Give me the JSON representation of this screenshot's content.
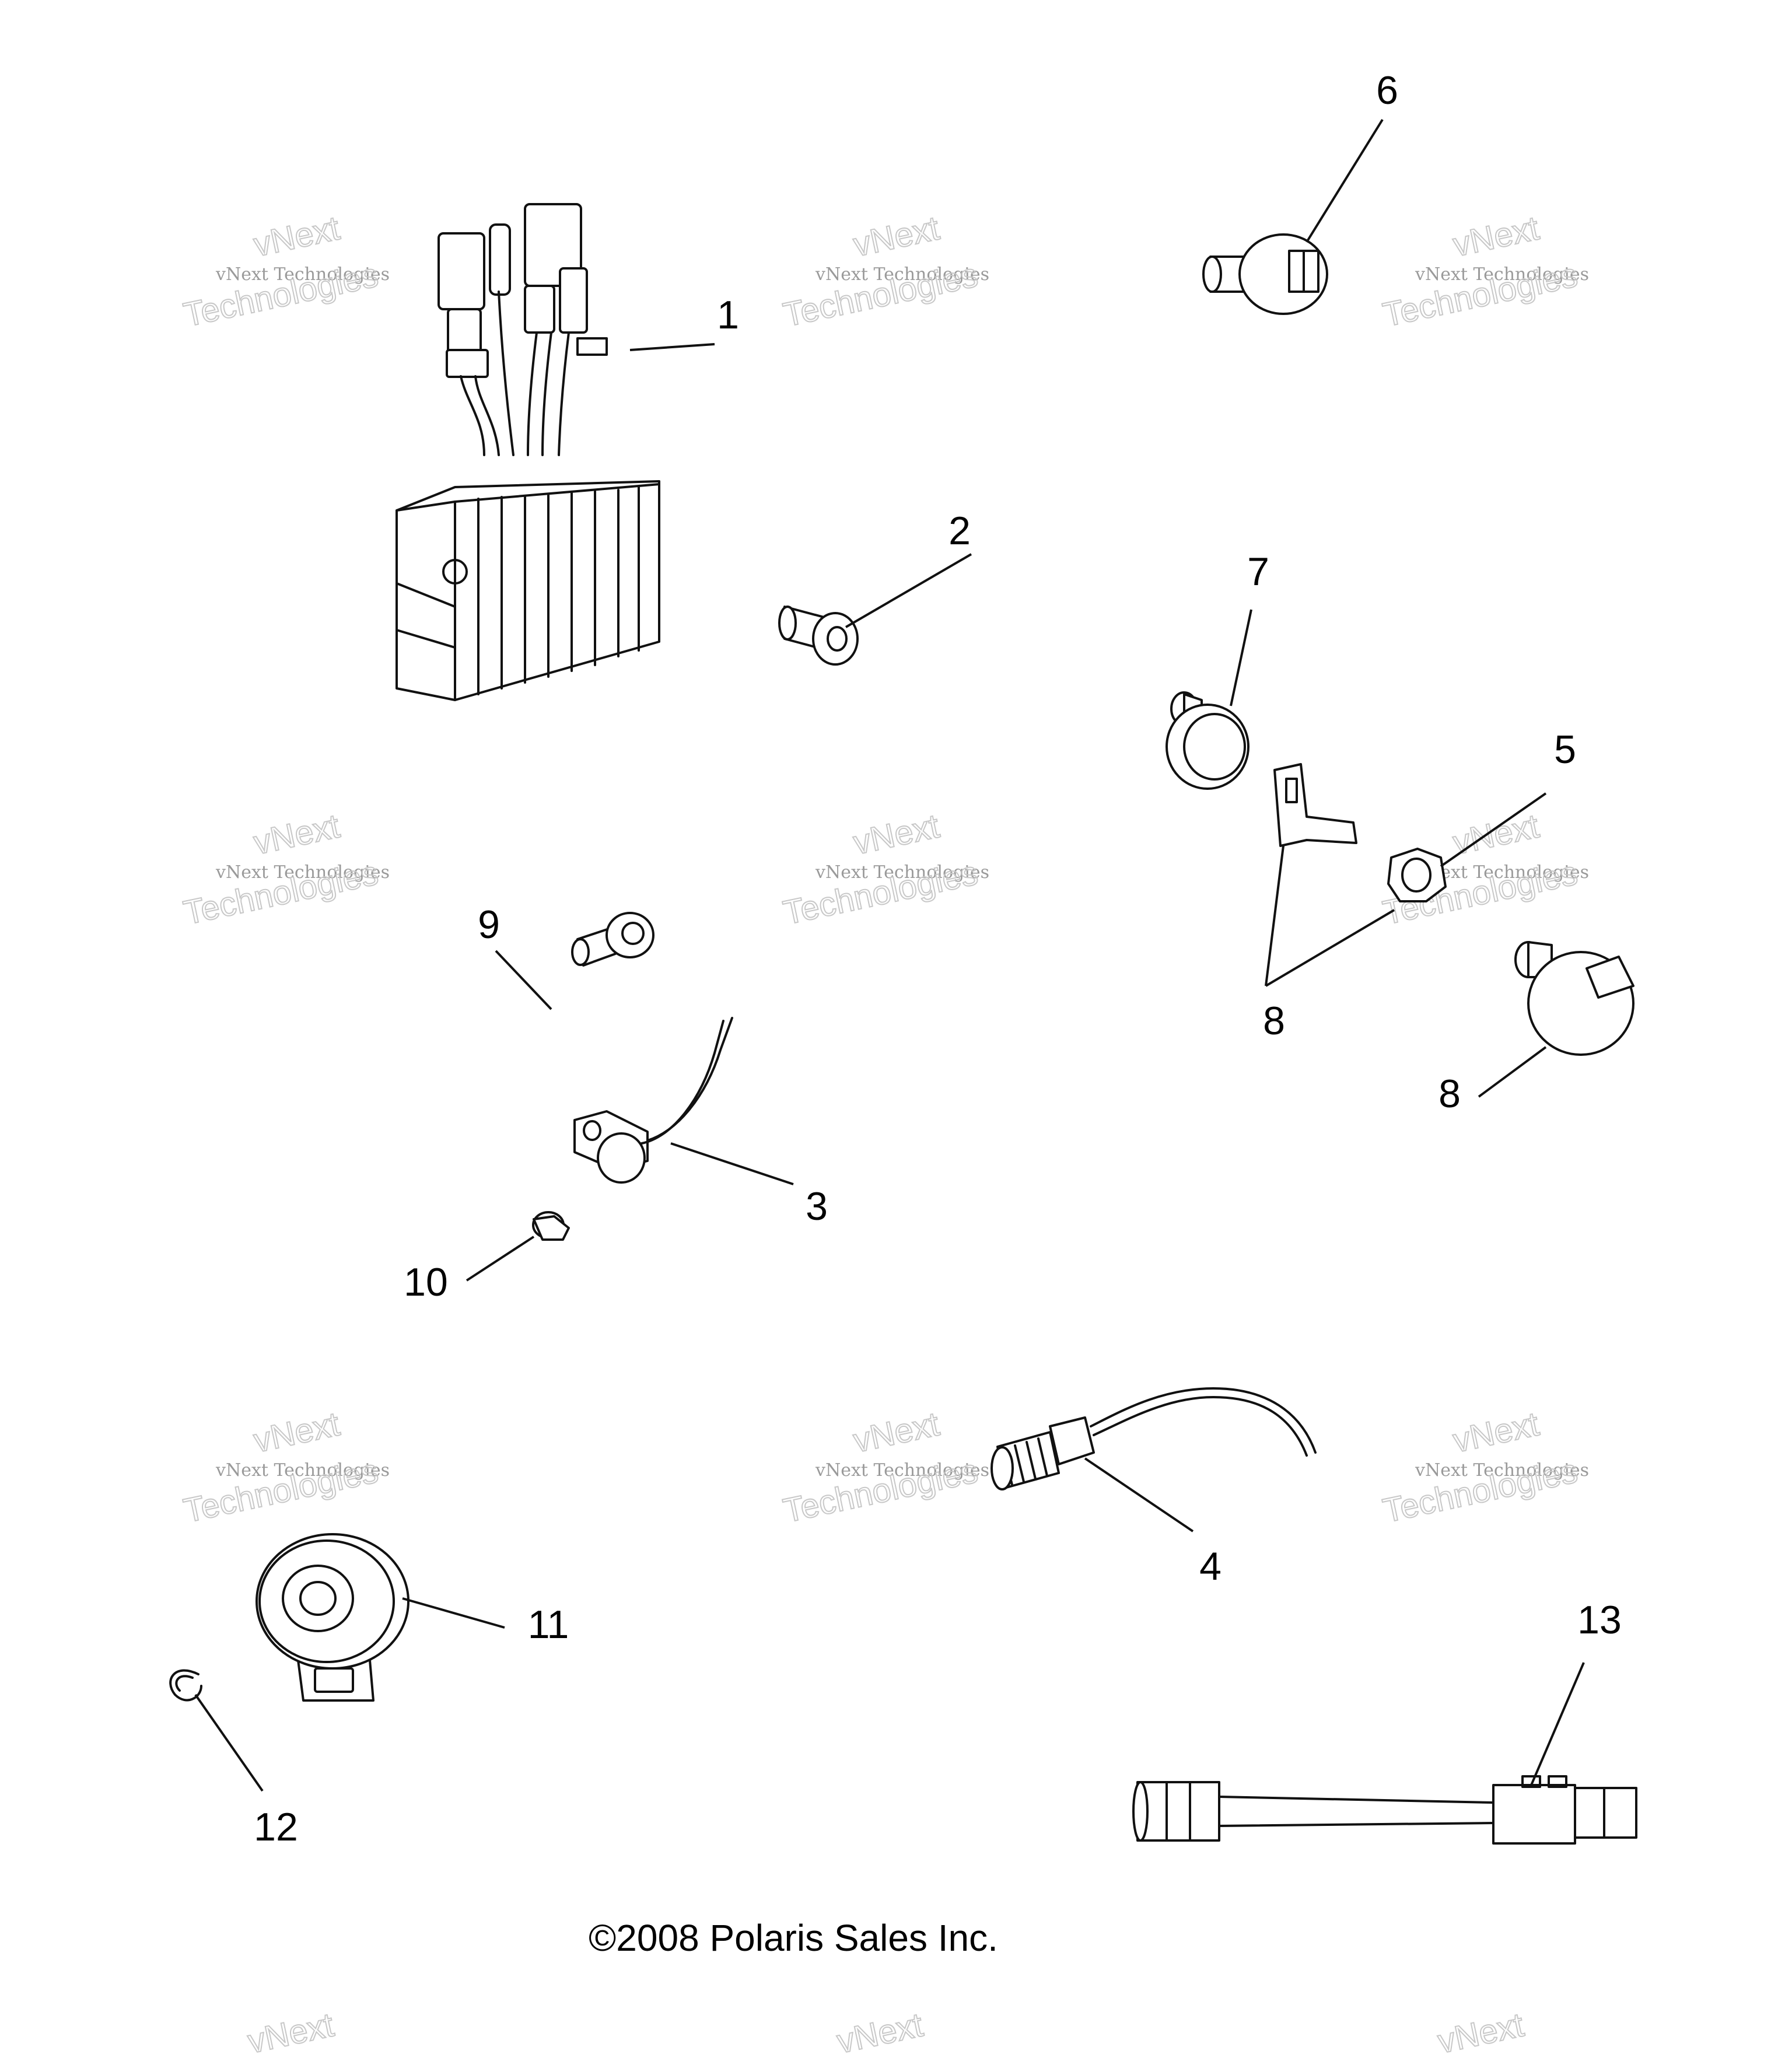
{
  "callouts": {
    "c1": "1",
    "c2": "2",
    "c3": "3",
    "c4": "4",
    "c5": "5",
    "c6": "6",
    "c7": "7",
    "c8a": "8",
    "c8b": "8",
    "c9": "9",
    "c10": "10",
    "c11": "11",
    "c12": "12",
    "c13": "13"
  },
  "copyright": "©2008 Polaris Sales Inc.",
  "watermark": {
    "line1": "vNext Technologies",
    "line2": "vNext",
    "line3": "Technologies"
  }
}
